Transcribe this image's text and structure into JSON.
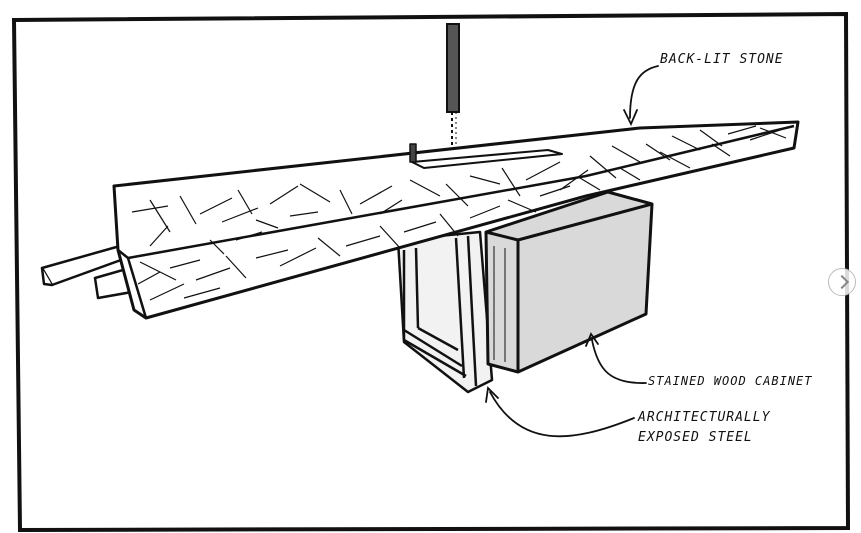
{
  "labels": {
    "back_lit_stone": "BACK-LIT STONE",
    "stained_wood_cabinet": "STAINED WOOD CABINET",
    "architecturally": "ARCHITECTURALLY",
    "exposed_steel": "EXPOSED STEEL"
  },
  "icons": {
    "carousel_next": "chevron-right-icon"
  },
  "colors": {
    "ink": "#111111",
    "paper": "#ffffff"
  }
}
